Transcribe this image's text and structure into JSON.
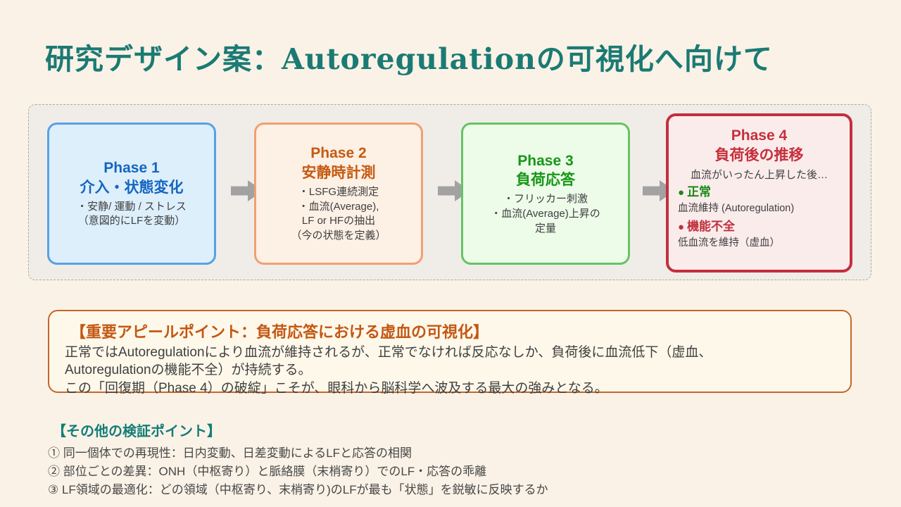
{
  "title": "研究デザイン案：Autoregulationの可視化へ向けて",
  "colors": {
    "page_bg": "#faf2e6",
    "title_teal": "#1b7a74",
    "flow_bg": "#f0ede9",
    "phase1_accent": "#1565c0",
    "phase2_accent": "#c55a11",
    "phase3_accent": "#179717",
    "phase4_accent": "#c62f3b",
    "normal_green": "#188a18",
    "dysfunction_red": "#c0303c",
    "appeal_border": "#c4672b",
    "appeal_title_orange": "#c45713",
    "arrow_gray": "#a2a2a2"
  },
  "phases": [
    {
      "name": "Phase 1",
      "subtitle": "介入・状態変化",
      "lines": [
        "・安静/ 運動 / ストレス",
        "（意図的にLFを変動）"
      ]
    },
    {
      "name": "Phase 2",
      "subtitle": "安静時計測",
      "lines": [
        "・LSFG連続測定",
        "・血流(Average),",
        "LF or HFの抽出",
        "（今の状態を定義）"
      ]
    },
    {
      "name": "Phase 3",
      "subtitle": "負荷応答",
      "lines": [
        "・フリッカー刺激",
        "・血流(Average)上昇の",
        "定量"
      ]
    },
    {
      "name": "Phase 4",
      "subtitle": "負荷後の推移",
      "intro": "血流がいったん上昇した後…",
      "outcomes": [
        {
          "bullet": "●",
          "label": "正常",
          "desc": "血流維持 (Autoregulation)"
        },
        {
          "bullet": "●",
          "label": "機能不全",
          "desc": "低血流を維持（虚血）"
        }
      ]
    }
  ],
  "appeal": {
    "title": "【重要アピールポイント：負荷応答における虚血の可視化】",
    "lines": [
      "正常ではAutoregulationにより血流が維持されるが、正常でなければ反応なしか、負荷後に血流低下（虚血、",
      "Autoregulationの機能不全）が持続する。",
      "この「回復期（Phase 4）の破綻」こそが、眼科から脳科学へ波及する最大の強みとなる。"
    ]
  },
  "other_points": {
    "title": "【その他の検証ポイント】",
    "items": [
      "① 同一個体での再現性：日内変動、日差変動によるLFと応答の相関",
      "② 部位ごとの差異：ONH（中枢寄り）と脈絡膜（末梢寄り）でのLF・応答の乖離",
      "③ LF領域の最適化：どの領域（中枢寄り、末梢寄り)のLFが最も「状態」を鋭敏に反映するか"
    ]
  }
}
